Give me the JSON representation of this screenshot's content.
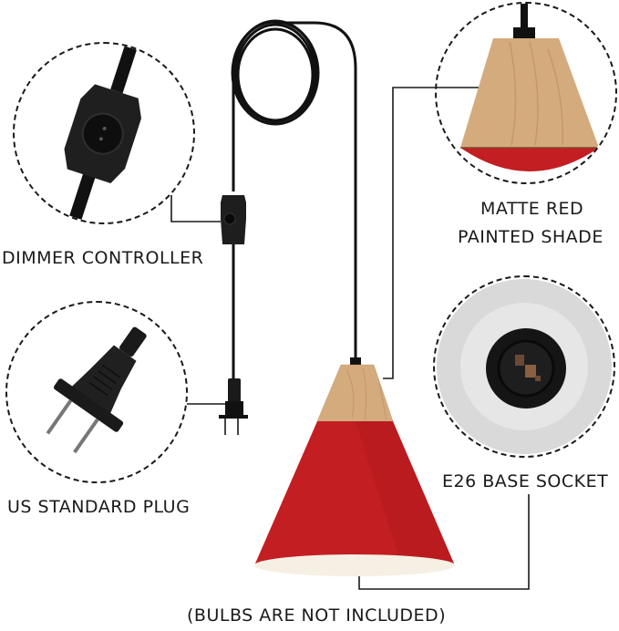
{
  "callouts": {
    "dimmer": {
      "label": "DIMMER CONTROLLER",
      "icon": "dimmer-switch-icon"
    },
    "plug": {
      "label": "US STANDARD PLUG",
      "icon": "us-plug-icon"
    },
    "shade": {
      "label_line1": "MATTE RED",
      "label_line2": "PAINTED SHADE",
      "icon": "wooden-red-shade-icon"
    },
    "socket": {
      "label": "E26 BASE SOCKET",
      "icon": "e26-socket-icon"
    }
  },
  "footer": {
    "note": "(BULBS ARE NOT INCLUDED)"
  },
  "colors": {
    "shade_red": "#c31e22",
    "shade_red_dark": "#a8161a",
    "wood": "#d7b184",
    "wood_dark": "#b98c5c",
    "cord": "#111111",
    "shade_inner": "#f6efe4",
    "socket_white": "#d8d8d8"
  }
}
